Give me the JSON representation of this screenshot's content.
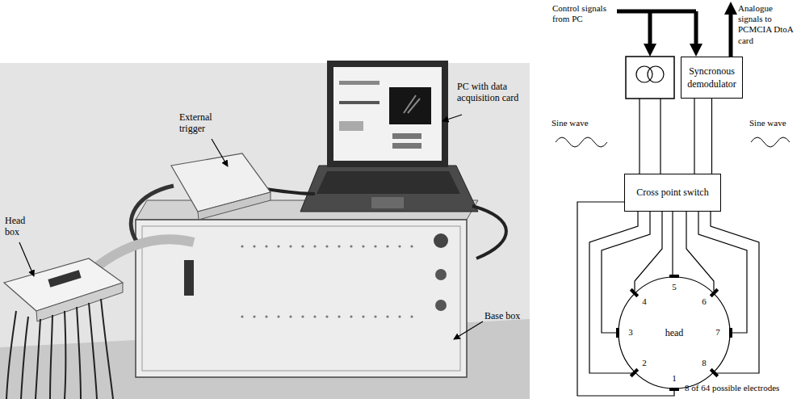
{
  "diagram": {
    "nodes": [
      {
        "text": [
          "Syncronous demodulator"
        ]
      },
      {
        "text": [
          "Cross point switch"
        ]
      },
      {
        "text": [
          "head"
        ]
      }
    ],
    "edges": [
      {
        "from": 0,
        "to": 1,
        "arrow": "none"
      },
      {
        "from": 1,
        "to": 2,
        "arrow": "none"
      }
    ],
    "labels": [
      "PC with data acquisition card",
      "External trigger",
      "Head box",
      "Base box",
      "Control signals from PC",
      "Analogue signals to PCMCIA DtoA card",
      "Sine wave",
      "Sine wave",
      "1",
      "2",
      "3",
      "4",
      "5",
      "6",
      "7",
      "8",
      "8 of 64 possible electrodes"
    ]
  }
}
